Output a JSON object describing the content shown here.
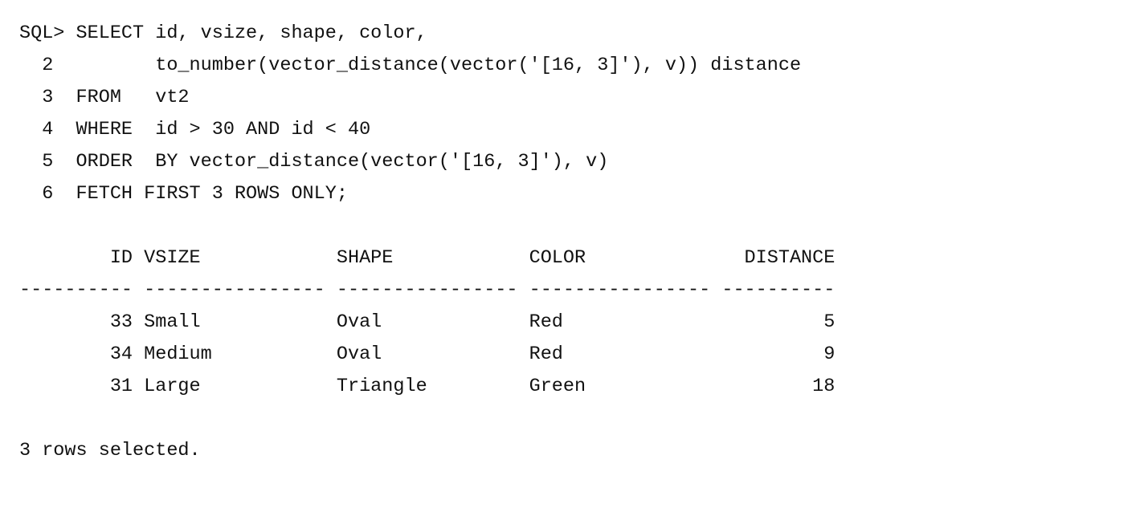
{
  "query_lines": [
    "SQL> SELECT id, vsize, shape, color,",
    "  2         to_number(vector_distance(vector('[16, 3]'), v)) distance",
    "  3  FROM   vt2",
    "  4  WHERE  id > 30 AND id < 40",
    "  5  ORDER  BY vector_distance(vector('[16, 3]'), v)",
    "  6  FETCH FIRST 3 ROWS ONLY;"
  ],
  "result": {
    "header": "        ID VSIZE            SHAPE            COLOR              DISTANCE",
    "separator": "---------- ---------------- ---------------- ---------------- ----------",
    "rows": [
      "        33 Small            Oval             Red                       5",
      "        34 Medium           Oval             Red                       9",
      "        31 Large            Triangle         Green                    18"
    ]
  },
  "status": "3 rows selected."
}
